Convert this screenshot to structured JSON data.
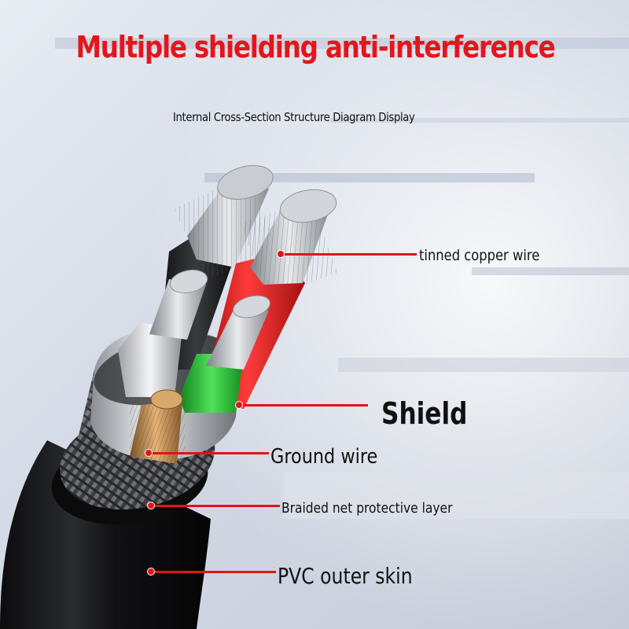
{
  "title": "Multiple shielding anti-interference",
  "subtitle": "Internal Cross-Section Structure Diagram Display",
  "callouts": {
    "tinned_copper_wire": "tinned copper wire",
    "shield": "Shield",
    "ground_wire": "Ground wire",
    "braided_net": "Braided net protective layer",
    "pvc_outer_skin": "PVC outer skin"
  },
  "colors": {
    "title": "#e3161c",
    "leader": "#e01515",
    "core_red": "#e41e1e",
    "core_green": "#2fbf3a",
    "core_black": "#1a1a1a",
    "core_white": "#d8d8d8",
    "ground_copper": "#b8864a"
  }
}
